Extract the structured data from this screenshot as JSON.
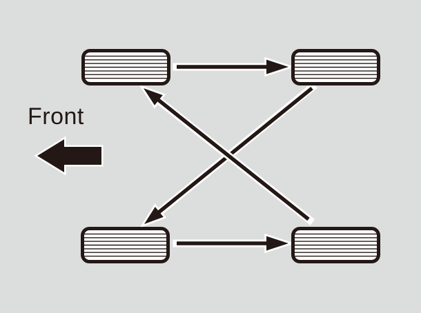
{
  "front_label": "Front",
  "colors": {
    "background": "#dcdedd",
    "ink": "#231815",
    "tire_fill": "#ffffff",
    "outline": "#ffffff"
  },
  "icons": {
    "front_direction_arrow": "left-block-arrow",
    "tires": [
      {
        "name": "front-left-tire"
      },
      {
        "name": "front-right-tire"
      },
      {
        "name": "rear-left-tire"
      },
      {
        "name": "rear-right-tire"
      }
    ],
    "rotation_arrows": [
      {
        "name": "front-left-to-front-right-arrow",
        "direction": "right"
      },
      {
        "name": "rear-left-to-rear-right-arrow",
        "direction": "right"
      },
      {
        "name": "rear-right-to-front-left-arrow",
        "direction": "up-left"
      },
      {
        "name": "front-right-to-rear-left-arrow",
        "direction": "down-left"
      }
    ]
  }
}
